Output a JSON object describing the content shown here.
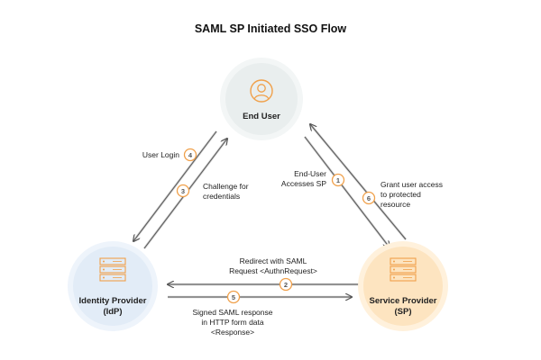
{
  "title": "SAML SP Initiated SSO Flow",
  "nodes": {
    "end_user": {
      "label": "End User"
    },
    "idp": {
      "label_line1": "Identity Provider",
      "label_line2": "(IdP)"
    },
    "sp": {
      "label_line1": "Service Provider",
      "label_line2": "(SP)"
    }
  },
  "steps": [
    {
      "number": "1",
      "lines": [
        "End-User",
        "Accesses SP"
      ]
    },
    {
      "number": "2",
      "lines": [
        "Redirect with SAML",
        "Request <AuthnRequest>"
      ]
    },
    {
      "number": "3",
      "lines": [
        "Challenge for",
        "credentials"
      ]
    },
    {
      "number": "4",
      "lines": [
        "User Login"
      ]
    },
    {
      "number": "5",
      "lines": [
        "Signed SAML response",
        "in HTTP form data",
        "<Response>"
      ]
    },
    {
      "number": "6",
      "lines": [
        "Grant user access",
        "to protected",
        "resource"
      ]
    }
  ],
  "colors": {
    "end_user_fill": "#e9eeee",
    "end_user_ring": "#f3f6f6",
    "idp_fill": "#e2ecf7",
    "idp_ring": "#eef4fb",
    "sp_fill": "#fde4c0",
    "sp_ring": "#fff1dc",
    "badge_ring": "#f0a04a",
    "arrow": "#555555",
    "arrow_light": "#cfcfcf",
    "icon": "#f0a04a"
  },
  "icons": {
    "end_user": "user-icon",
    "idp": "server-icon",
    "sp": "server-icon"
  }
}
